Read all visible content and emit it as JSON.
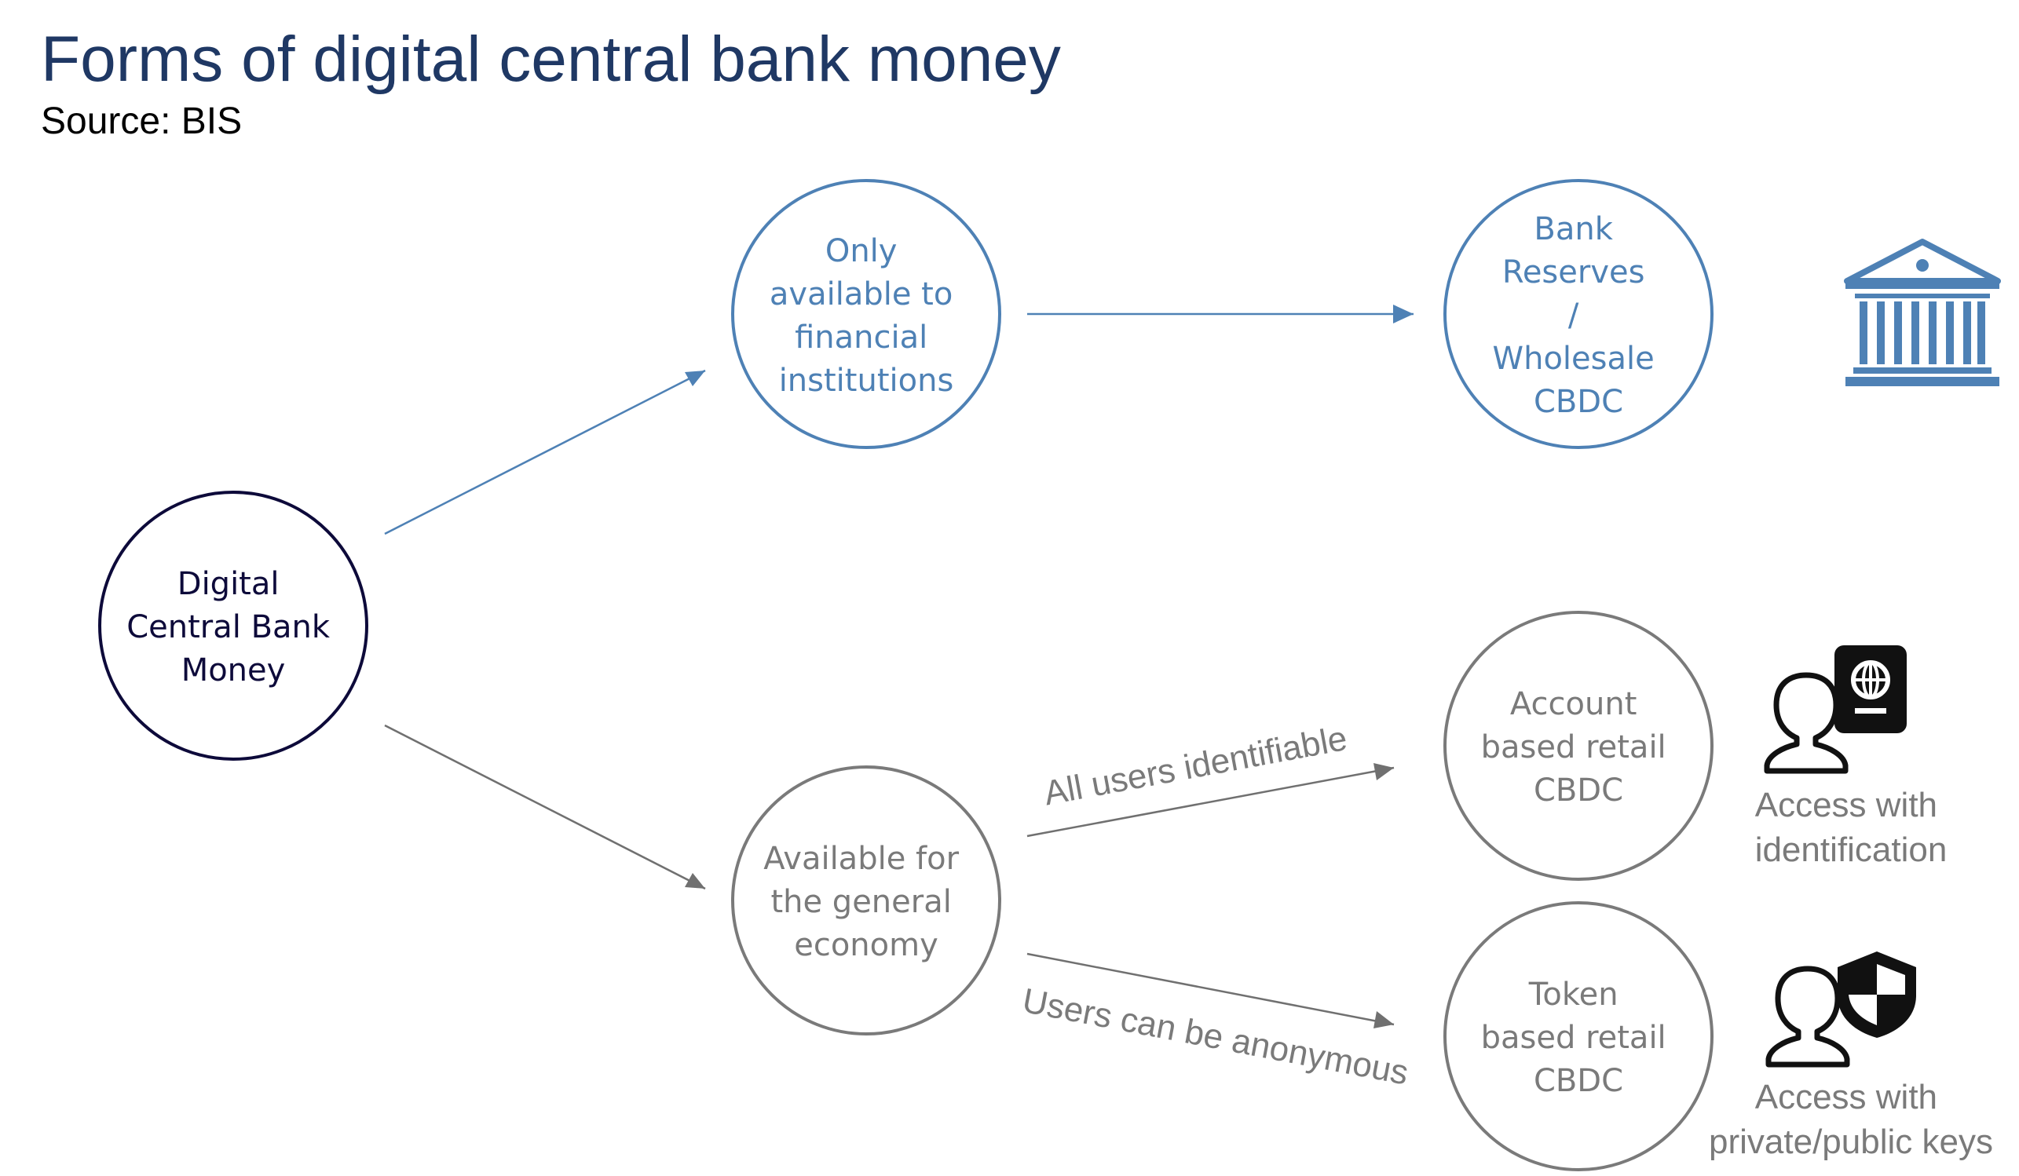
{
  "header": {
    "title": "Forms of digital central bank money",
    "subtitle": "Source: BIS"
  },
  "colors": {
    "root": "#0d0a3a",
    "wholesale": "#4e81b5",
    "retail": "#7a7a7a",
    "icon": "#111111"
  },
  "nodes": {
    "root": {
      "lines": [
        "Digital",
        "Central Bank",
        "Money"
      ]
    },
    "financial": {
      "lines": [
        "Only",
        "available to",
        "financial",
        "institutions"
      ]
    },
    "general": {
      "lines": [
        "Available for",
        "the general",
        "economy"
      ]
    },
    "wholesale": {
      "lines": [
        "Bank",
        "Reserves",
        "/",
        "Wholesale",
        "CBDC"
      ]
    },
    "account": {
      "lines": [
        "Account",
        "based retail",
        "CBDC"
      ]
    },
    "token": {
      "lines": [
        "Token",
        "based retail",
        "CBDC"
      ]
    }
  },
  "edge_labels": {
    "identifiable": "All users identifiable",
    "anonymous": "Users can be anonymous"
  },
  "captions": {
    "identification": [
      "Access with",
      "identification"
    ],
    "keys": [
      "Access with",
      "private/public keys"
    ]
  },
  "icons": {
    "bank": "bank-building-icon",
    "person_id": "person-icon",
    "passport": "passport-icon",
    "person_key": "person-icon",
    "shield": "shield-icon"
  }
}
